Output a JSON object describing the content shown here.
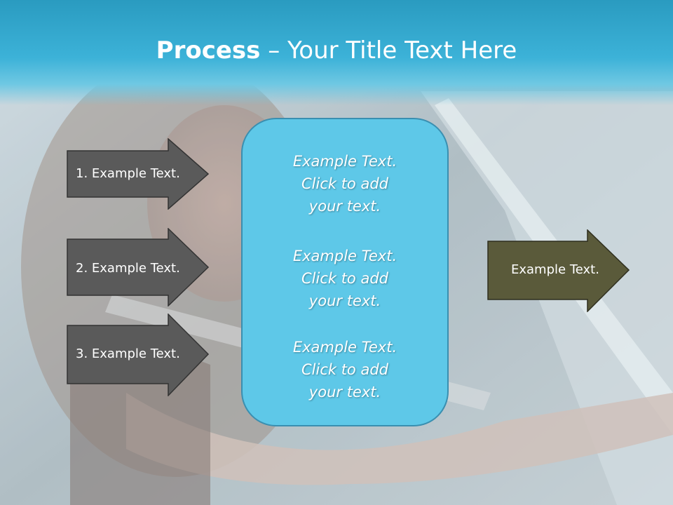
{
  "title": {
    "bold": "Process",
    "dash": " – ",
    "rest": "Your Title Text Here"
  },
  "input_arrows": [
    {
      "label": "1. Example Text."
    },
    {
      "label": "2. Example Text."
    },
    {
      "label": "3. Example Text."
    }
  ],
  "center_box": {
    "blocks": [
      {
        "text": "Example Text.\nClick  to add\nyour text."
      },
      {
        "text": "Example Text.\nClick  to add\nyour text."
      },
      {
        "text": "Example Text.\nClick  to add\nyour text."
      }
    ]
  },
  "output_arrow": {
    "label": "Example Text."
  },
  "colors": {
    "title_band": "#3cb2d8",
    "input_arrow_fill": "#5a5a5a",
    "output_arrow_fill": "#5a5a3a",
    "center_box_fill": "#5ec8e8"
  },
  "background": {
    "image": "photo of smiling woman in car driver seat"
  }
}
